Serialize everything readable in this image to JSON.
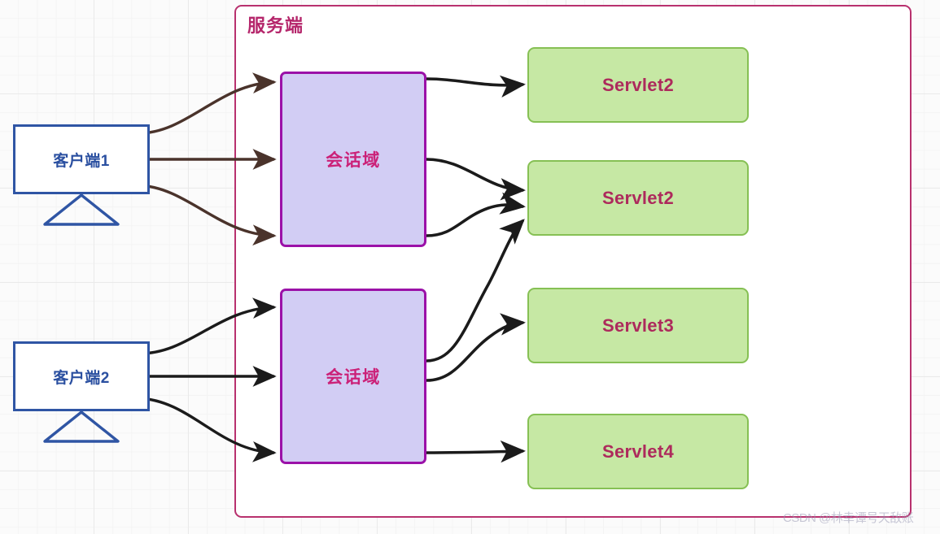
{
  "diagram": {
    "title": "服务端",
    "watermark": "CSDN @林幸谭号天敌账",
    "colors": {
      "container_border": "#b8316e",
      "container_title": "#b5266b",
      "client_border": "#2f55a4",
      "client_text": "#2a4fa0",
      "session_fill": "#d2cdf4",
      "session_border": "#9b11a8",
      "session_text": "#cb2178",
      "servlet_fill": "#c6e8a4",
      "servlet_border": "#86c054",
      "servlet_text": "#ad2a5c",
      "edge_brown": "#4a332b",
      "edge_black": "#1b1b1b",
      "grid": "#eaeaea"
    }
  },
  "clients": [
    {
      "id": "client1",
      "label": "客户端1"
    },
    {
      "id": "client2",
      "label": "客户端2"
    }
  ],
  "sessions": [
    {
      "id": "session1",
      "label": "会话域"
    },
    {
      "id": "session2",
      "label": "会话域"
    }
  ],
  "servlets": [
    {
      "id": "servlet-a",
      "label": "Servlet2"
    },
    {
      "id": "servlet-b",
      "label": "Servlet2"
    },
    {
      "id": "servlet-c",
      "label": "Servlet3"
    },
    {
      "id": "servlet-d",
      "label": "Servlet4"
    }
  ],
  "edges": [
    {
      "from": "client1",
      "to": "session1",
      "color": "brown"
    },
    {
      "from": "client1",
      "to": "session1",
      "color": "brown"
    },
    {
      "from": "client1",
      "to": "session1",
      "color": "brown"
    },
    {
      "from": "session1",
      "to": "servlet-a",
      "color": "black"
    },
    {
      "from": "session1",
      "to": "servlet-b",
      "color": "black"
    },
    {
      "from": "session1",
      "to": "servlet-b",
      "color": "black"
    },
    {
      "from": "client2",
      "to": "session2",
      "color": "black"
    },
    {
      "from": "client2",
      "to": "session2",
      "color": "black"
    },
    {
      "from": "client2",
      "to": "session2",
      "color": "black"
    },
    {
      "from": "session2",
      "to": "servlet-b",
      "color": "black"
    },
    {
      "from": "session2",
      "to": "servlet-c",
      "color": "black"
    },
    {
      "from": "session2",
      "to": "servlet-d",
      "color": "black"
    }
  ]
}
